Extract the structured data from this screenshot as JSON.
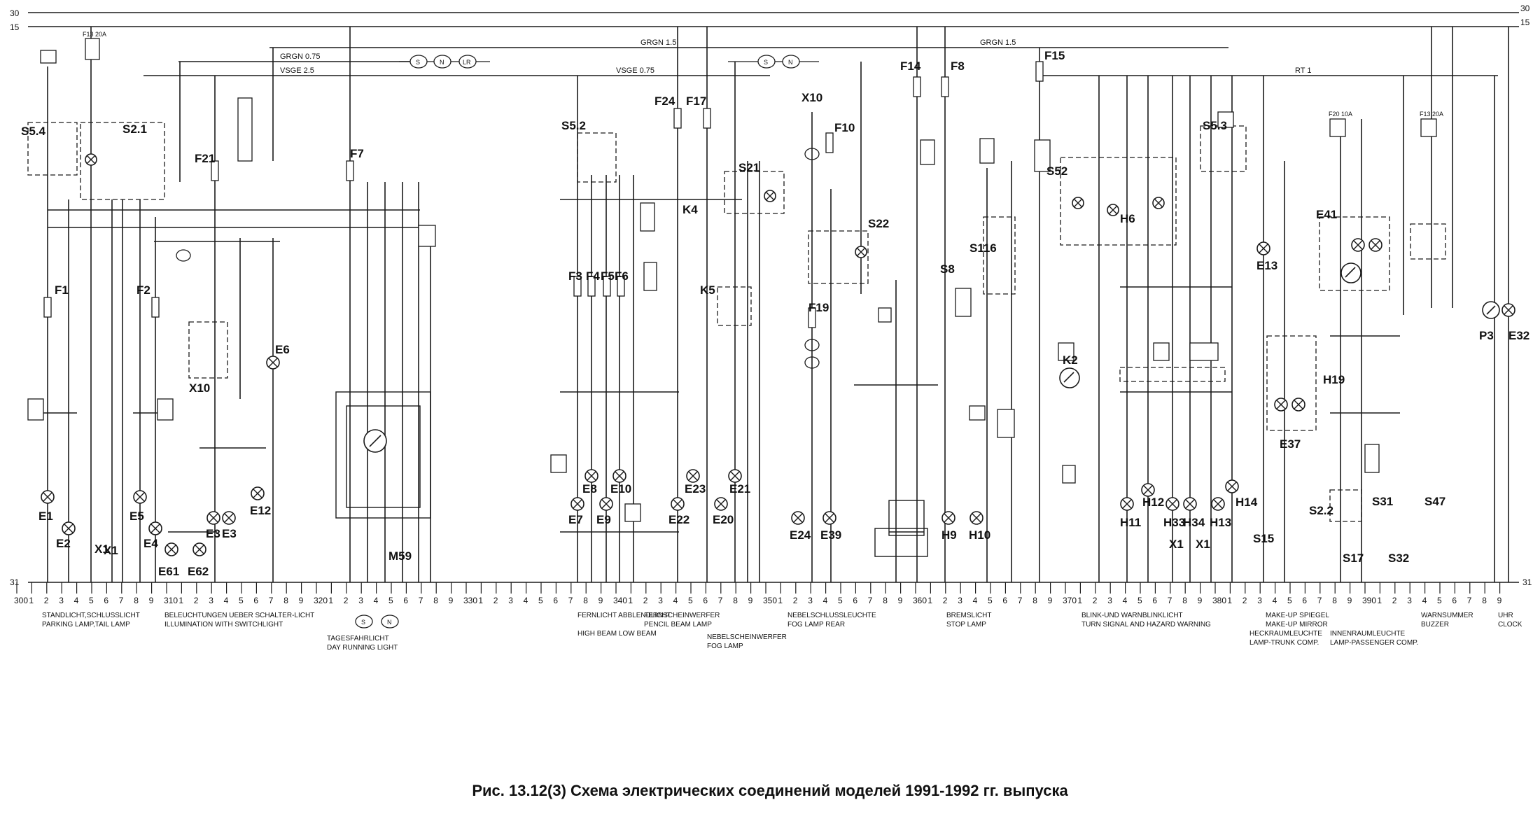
{
  "caption": "Рис. 13.12(3) Схема электрических соединений моделей 1991-1992 гг. выпуска",
  "rails": {
    "top": "30",
    "second": "15",
    "bottom": "31"
  },
  "wire_labels": {
    "gnrw_top": "GRGN 1.5",
    "gnrw_mid": "GRGN 0.75",
    "vsge": "VSGE 2.5",
    "vsge_small": "VSGE 0.75",
    "rt": "RT 1",
    "gnrw_f15": "GRGN 1.5"
  },
  "fuses": [
    {
      "id": "F1",
      "label": "F1"
    },
    {
      "id": "F2",
      "label": "F2"
    },
    {
      "id": "F7",
      "label": "F7"
    },
    {
      "id": "F8",
      "label": "F8"
    },
    {
      "id": "F10",
      "label": "F10"
    },
    {
      "id": "F14",
      "label": "F14"
    },
    {
      "id": "F15",
      "label": "F15"
    },
    {
      "id": "F17",
      "label": "F17"
    },
    {
      "id": "F19",
      "label": "F19"
    },
    {
      "id": "F21",
      "label": "F21"
    },
    {
      "id": "F24",
      "label": "F24"
    },
    {
      "id": "F3",
      "label": "F3"
    },
    {
      "id": "F4",
      "label": "F4"
    },
    {
      "id": "F5",
      "label": "F5"
    },
    {
      "id": "F6",
      "label": "F6"
    }
  ],
  "top_fuses": [
    "F13 20A",
    "F20 10A",
    "F13 20A"
  ],
  "components": [
    "S5.4",
    "S2.1",
    "X10",
    "E6",
    "E1",
    "E2",
    "X1",
    "E5",
    "E4",
    "E61",
    "E62",
    "E3",
    "E12",
    "M59",
    "S5.2",
    "K4",
    "K5",
    "E7",
    "E8",
    "E9",
    "E10",
    "E22",
    "E20",
    "E21",
    "S21",
    "S22",
    "E24",
    "E39",
    "S116",
    "S8",
    "H9",
    "H10",
    "S52",
    "S5.3",
    "H6",
    "K2",
    "H11",
    "H12",
    "H33",
    "H34",
    "H13",
    "H14",
    "E13",
    "E41",
    "H19",
    "E37",
    "S15",
    "S2.2",
    "S17",
    "S31",
    "S32",
    "S47",
    "P3",
    "E32"
  ],
  "tick_groups": [
    {
      "start": 300,
      "label": "300"
    },
    {
      "start": 310,
      "label": "310"
    },
    {
      "start": 320,
      "label": "320"
    },
    {
      "start": 330,
      "label": "330"
    },
    {
      "start": 340,
      "label": "340"
    },
    {
      "start": 350,
      "label": "350"
    },
    {
      "start": 360,
      "label": "360"
    },
    {
      "start": 370,
      "label": "370"
    },
    {
      "start": 380,
      "label": "380"
    },
    {
      "start": 390,
      "label": "390"
    }
  ],
  "section_labels": [
    {
      "de": "STANDLICHT,SCHLUSSLICHT",
      "en": "PARKING LAMP,TAIL LAMP"
    },
    {
      "de": "BELEUCHTUNGEN UEBER SCHALTER-LICHT",
      "en": "ILLUMINATION WITH SWITCHLIGHT"
    },
    {
      "de": "TAGESFAHRLICHT",
      "en": "DAY RUNNING LIGHT"
    },
    {
      "de": "FERNLICHT ABBLENDLICHT",
      "en": "HIGH BEAM LOW BEAM"
    },
    {
      "de": "FERNSCHEINWERFER",
      "en": "PENCIL BEAM LAMP"
    },
    {
      "de": "NEBELSCHEINWERFER",
      "en": "FOG LAMP"
    },
    {
      "de": "NEBELSCHLUSSLEUCHTE",
      "en": "FOG LAMP REAR"
    },
    {
      "de": "BREMSLICHT",
      "en": "STOP LAMP"
    },
    {
      "de": "BLINK-UND WARNBLINKLICHT",
      "en": "TURN SIGNAL AND HAZARD WARNING"
    },
    {
      "de": "HECKRAUMLEUCHTE",
      "en": "LAMP-TRUNK COMP."
    },
    {
      "de": "MAKE-UP SPIEGEL",
      "en": "MAKE-UP MIRROR"
    },
    {
      "de": "INNENRAUMLEUCHTE",
      "en": "LAMP-PASSENGER COMP."
    },
    {
      "de": "WARNSUMMER",
      "en": "BUZZER"
    },
    {
      "de": "UHR",
      "en": "CLOCK"
    }
  ]
}
